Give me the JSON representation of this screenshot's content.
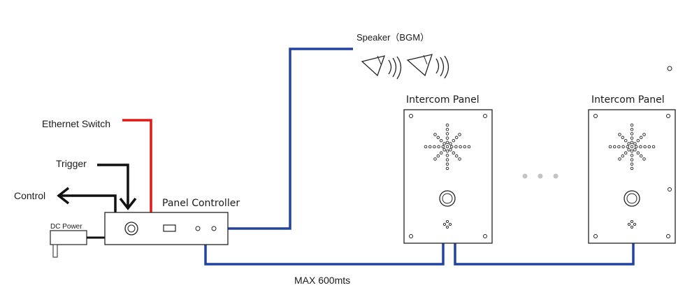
{
  "labels": {
    "speaker": "Speaker（BGM）",
    "ethernet_switch": "Ethernet Switch",
    "trigger": "Trigger",
    "control": "Control",
    "dc_power": "DC  Power",
    "panel_controller": "Panel Controller",
    "intercom_panel_1": "Intercom Panel",
    "intercom_panel_2": "Intercom Panel",
    "max_distance": "MAX 600mts"
  },
  "colors": {
    "bus_line": "#2244a0",
    "ethernet_line": "#e01818",
    "signal_line": "#111111",
    "device_outline": "#222222"
  }
}
